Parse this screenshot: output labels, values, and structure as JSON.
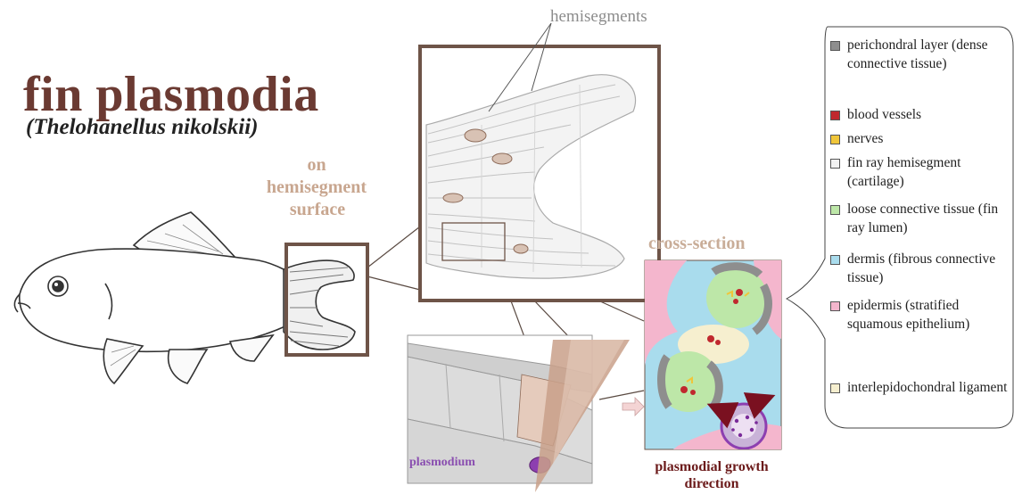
{
  "title": "fin plasmodia",
  "subtitle": "(Thelohanellus nikolskii)",
  "location_label": {
    "line1": "on",
    "line2": "hemisegment",
    "line3": "surface"
  },
  "hemisegments_label": "hemisegments",
  "cross_section_label": "cross-section",
  "plasmodium_label": "plasmodium",
  "growth_label": {
    "line1": "plasmodial growth",
    "line2": "direction"
  },
  "colors": {
    "title": "#6b3a32",
    "frame": "#6e5448",
    "perichondral": "#8e8e8e",
    "blood_vessels": "#c0282e",
    "nerves": "#f0c63a",
    "fin_ray_hemisegment": "#f2f2f2",
    "loose_connective": "#bde7a8",
    "dermis": "#a9dced",
    "epidermis": "#f4b6cd",
    "interlepidochondral": "#f6efcf",
    "plasmodium": "#a04cbf",
    "arrow": "#7a1020"
  },
  "legend": [
    {
      "label": "perichondral layer (dense connective tissue)",
      "color": "#8e8e8e"
    },
    {
      "label": "blood vessels",
      "color": "#c0282e"
    },
    {
      "label": "nerves",
      "color": "#f0c63a"
    },
    {
      "label": "fin ray hemisegment (cartilage)",
      "color": "#f2f2f2"
    },
    {
      "label": "loose connective tissue (fin ray lumen)",
      "color": "#bde7a8"
    },
    {
      "label": "dermis (fibrous connective tissue)",
      "color": "#a9dced"
    },
    {
      "label": "epidermis (stratified squamous epithelium)",
      "color": "#f4b6cd"
    },
    {
      "label": "interlepidochondral ligament",
      "color": "#f6efcf"
    }
  ]
}
